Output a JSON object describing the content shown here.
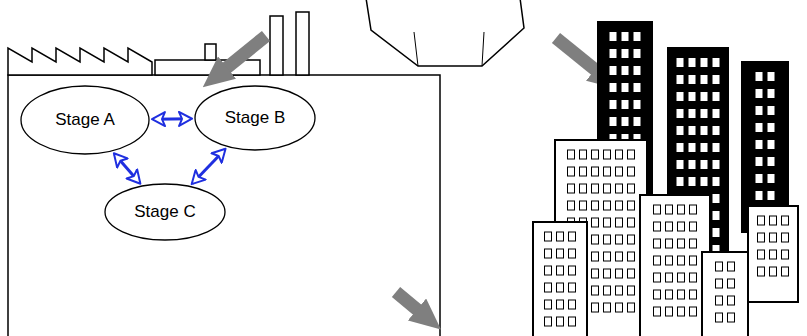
{
  "diagram": {
    "nodes": [
      {
        "text": [
          "Stage A"
        ]
      },
      {
        "text": [
          "Stage B"
        ]
      },
      {
        "text": [
          "Stage C"
        ]
      }
    ],
    "edges": [
      {
        "from": 0,
        "to": 1,
        "arrow": "both"
      },
      {
        "from": 0,
        "to": 2,
        "arrow": "both"
      },
      {
        "from": 1,
        "to": 2,
        "arrow": "both"
      }
    ]
  }
}
